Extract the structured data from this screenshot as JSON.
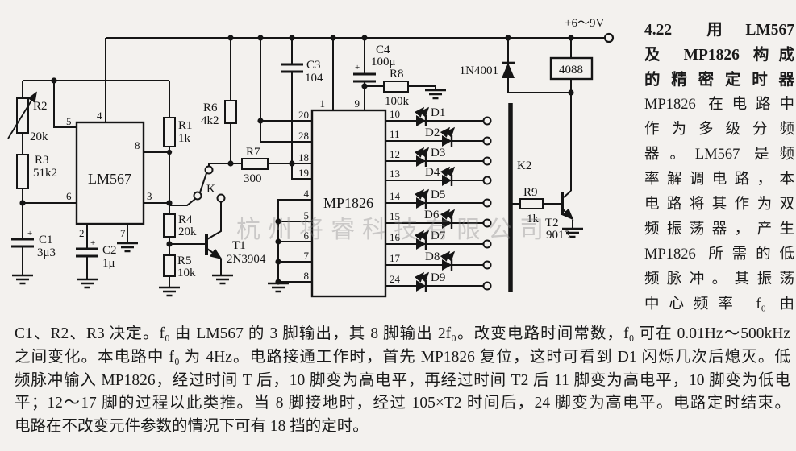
{
  "watermark": "杭州将睿科技有限公司",
  "sidebar": {
    "title_lines": [
      "4.22　用 LM567",
      "及 MP1826 构成",
      "的精密定时器"
    ],
    "body_lines": [
      "MP1826 在电路中",
      "作为多级分频",
      "器。LM567 是频",
      "率解调电路，本",
      "电路将其作为双",
      "频振荡器，产生",
      "MP1826 所需的低",
      "频脉冲。其振荡",
      "中心频率 f₀ 由"
    ]
  },
  "caption_lines": [
    "C1、R2、R3 决定。f₀ 由 LM567 的 3 脚输出，其 8 脚输出 2f₀。改变电路时间常数，f₀ 可在 0.01Hz～500kHz",
    "之间变化。本电路中 f₀ 为 4Hz。电路接通工作时，首先 MP1826 复位，这时可看到 D1 闪烁几次后熄灭。低",
    "频脉冲输入 MP1826，经过时间 T 后，10 脚变为高电平，再经过时间 T2 后 11 脚变为高电平，10 脚变为低电",
    "平；12～17 脚的过程以此类推。当 8 脚接地时，经过 105×T2 时间后，24 脚变为高电平。电路定时结束。",
    "电路在不改变元件参数的情况下可有 18 挡的定时。"
  ],
  "schematic": {
    "supply": "+6～9V",
    "ics": {
      "lm567": "LM567",
      "mp1826": "MP1826",
      "relay": "4088"
    },
    "labels": {
      "r2": "R2",
      "r2v": "20k",
      "r3": "R3",
      "r3v": "51k2",
      "c1": "C1",
      "c1v": "3μ3",
      "c2": "C2",
      "c2v": "1μ",
      "r1": "R1",
      "r1v": "1k",
      "r4": "R4",
      "r4v": "20k",
      "r5": "R5",
      "r5v": "10k",
      "t1": "T1",
      "t1v": "2N3904",
      "k": "K",
      "r6": "R6",
      "r6v": "4k2",
      "r7": "R7",
      "r7v": "300",
      "c3": "C3",
      "c3v": "104",
      "c4": "C4",
      "c4v": "100μ",
      "r8": "R8",
      "r8v": "100k",
      "d1n": "1N4001",
      "k2": "K2",
      "r9": "R9",
      "r9v": "1k",
      "t2": "T2",
      "t2v": "9013",
      "plus": "+"
    },
    "lm_pins": {
      "p2": "2",
      "p3": "3",
      "p4": "4",
      "p5": "5",
      "p6": "6",
      "p7": "7",
      "p8": "8"
    },
    "mp_pins": {
      "p1": "1",
      "p9": "9",
      "p20": "20",
      "p28": "28",
      "p18": "18",
      "p19": "19",
      "p4": "4",
      "p5": "5",
      "p6": "6",
      "p7": "7",
      "p8": "8"
    },
    "rows": [
      {
        "pin": "10",
        "d": "D1"
      },
      {
        "pin": "11",
        "d": "D2"
      },
      {
        "pin": "12",
        "d": "D3"
      },
      {
        "pin": "13",
        "d": "D4"
      },
      {
        "pin": "14",
        "d": "D5"
      },
      {
        "pin": "15",
        "d": "D6"
      },
      {
        "pin": "16",
        "d": "D7"
      },
      {
        "pin": "17",
        "d": "D8"
      },
      {
        "pin": "24",
        "d": "D9"
      }
    ]
  }
}
